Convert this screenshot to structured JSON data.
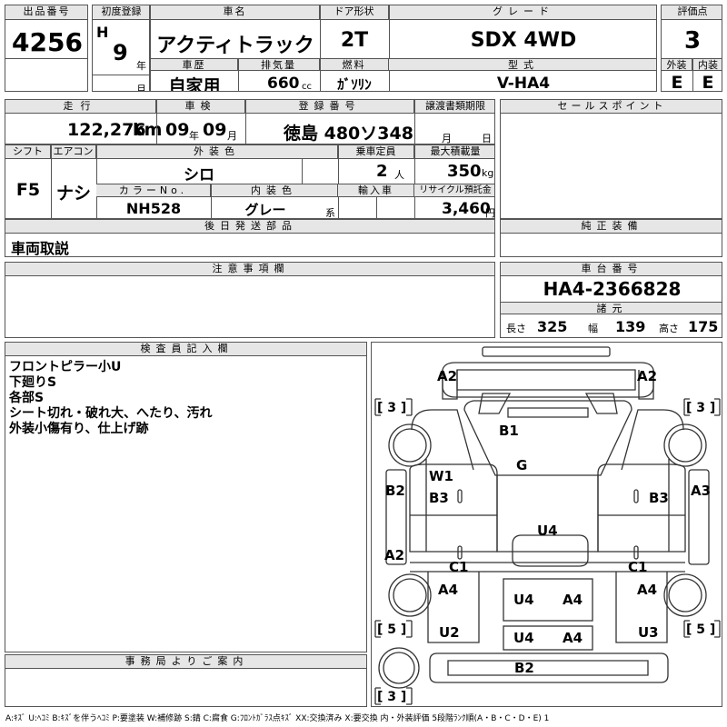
{
  "lot": {
    "label": "出品番号",
    "value": "4256"
  },
  "first_reg": {
    "label": "初度登録",
    "era": "H",
    "year": "9",
    "year_unit": "年",
    "month_unit": "月"
  },
  "car_name": {
    "label": "車名",
    "value": "アクティトラック"
  },
  "door": {
    "label": "ドア形状",
    "value": "2T"
  },
  "grade": {
    "label": "グレード",
    "value": "SDX 4WD"
  },
  "score": {
    "label": "評価点",
    "value": "3"
  },
  "history": {
    "label": "車歴",
    "value": "自家用"
  },
  "displacement": {
    "label": "排気量",
    "value": "660",
    "unit": "cc"
  },
  "fuel": {
    "label": "燃料",
    "value": "ｶﾞｿﾘﾝ"
  },
  "model": {
    "label": "型式",
    "value": "V-HA4"
  },
  "exterior_grade": {
    "label": "外装",
    "value": "E"
  },
  "interior_grade": {
    "label": "内装",
    "value": "E"
  },
  "mileage": {
    "label": "走行",
    "value": "122,276",
    "unit": "km"
  },
  "inspection": {
    "label": "車検",
    "year": "09",
    "year_unit": "年",
    "month": "09",
    "month_unit": "月"
  },
  "registration": {
    "label": "登録番号",
    "value": "徳島 480ソ348"
  },
  "transfer": {
    "label": "譲渡書類期限",
    "month_unit": "月",
    "day_unit": "日"
  },
  "sales_point": {
    "label": "セールスポイント"
  },
  "shift": {
    "label": "シフト",
    "value": "F5"
  },
  "aircon": {
    "label": "エアコン",
    "value": "ナシ"
  },
  "ext_color": {
    "label": "外装色",
    "value": "シロ"
  },
  "capacity": {
    "label": "乗車定員",
    "value": "2",
    "unit": "人"
  },
  "max_load": {
    "label": "最大積載量",
    "value": "350",
    "unit": "kg"
  },
  "color_no": {
    "label": "カラーNo.",
    "value": "NH528"
  },
  "int_color": {
    "label": "内装色",
    "value": "グレー",
    "suffix": "系"
  },
  "import": {
    "label": "輸入車"
  },
  "recycle": {
    "label": "リサイクル預託金",
    "value": "3,460",
    "unit": "円"
  },
  "later_parts": {
    "label": "後日発送部品",
    "value": "車両取説"
  },
  "genuine_equip": {
    "label": "純正装備"
  },
  "caution": {
    "label": "注意事項欄"
  },
  "chassis": {
    "label": "車台番号",
    "value": "HA4-2366828"
  },
  "specs": {
    "label": "諸元",
    "length_label": "長さ",
    "length": "325",
    "width_label": "幅",
    "width": "139",
    "height_label": "高さ",
    "height": "175"
  },
  "inspector": {
    "label": "検査員記入欄",
    "notes": [
      "フロントピラー小U",
      "下廻りS",
      "各部S",
      "シート切れ・破れ大、へたり、汚れ",
      "外装小傷有り、仕上げ跡"
    ]
  },
  "office": {
    "label": "事務局よりご案内"
  },
  "diagram_marks": {
    "a2_tl": "A2",
    "a2_tr": "A2",
    "b1": "B1",
    "g": "G",
    "w1": "W1",
    "b3_l": "B3",
    "b3_r": "B3",
    "b2_l": "B2",
    "a3_r": "A3",
    "u4_mid": "U4",
    "a2_l": "A2",
    "c1_l": "C1",
    "c1_r": "C1",
    "a4_l": "A4",
    "a4_r": "A4",
    "u4_a": "U4",
    "a4_a": "A4",
    "u2": "U2",
    "u3": "U3",
    "u4_b": "U4",
    "a4_b": "A4",
    "b2_bot": "B2",
    "tire_fl": "[ 3 ]",
    "tire_fr": "[ 3 ]",
    "tire_rl": "[ 5 ]",
    "tire_rr": "[ 5 ]",
    "tire_spare": "[ 3 ]"
  },
  "legend": "A:ｷｽﾞ U:ﾍｺﾐ B:ｷｽﾞを伴うﾍｺﾐ P:要塗装 W:補修跡 S:錆 C:腐食 G:ﾌﾛﾝﾄｶﾞﾗｽ点ｷｽﾞ XX:交換済み X:要交換 内・外装評価 5段階ﾗﾝｸ順(A・B・C・D・E) 1"
}
